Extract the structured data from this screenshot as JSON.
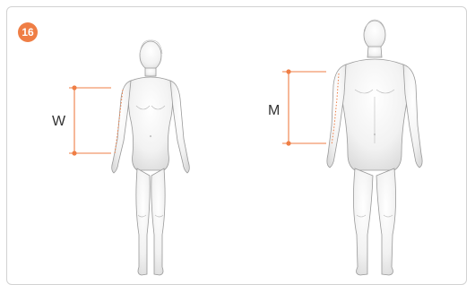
{
  "step_badge": "16",
  "figures": {
    "woman": {
      "measure_label": "W"
    },
    "man": {
      "measure_label": "M"
    }
  },
  "colors": {
    "accent": "#ef7e45",
    "frame_border": "#d2d2d2",
    "figure_outline": "#9a9a9a"
  }
}
